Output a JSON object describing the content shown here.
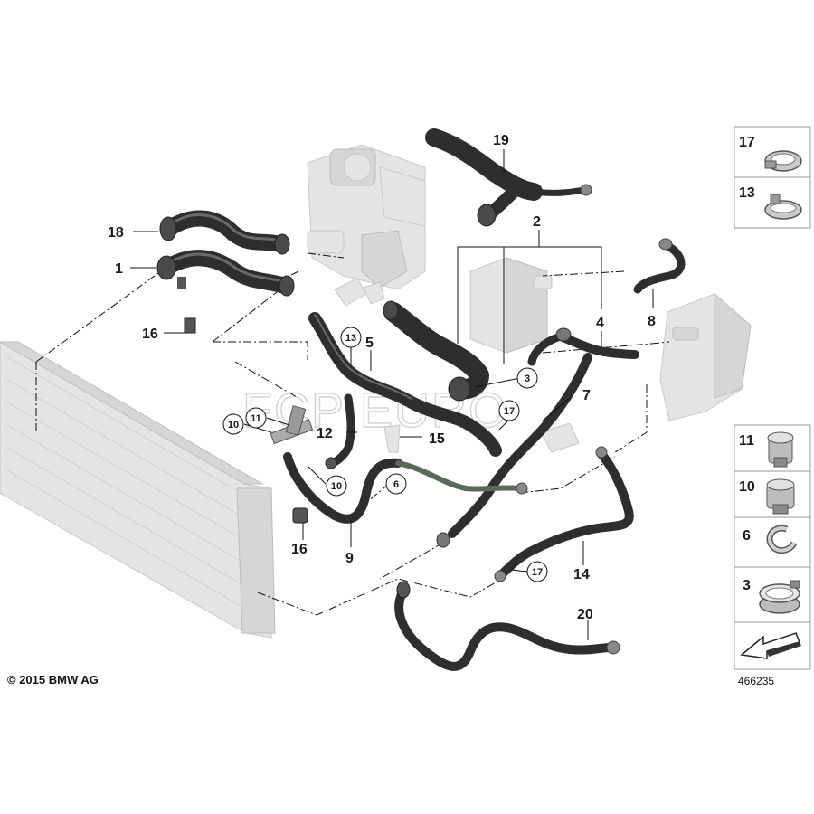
{
  "title": "Cooling system hoses diagram",
  "watermark": "FCP EURO",
  "copyright": "© 2015 BMW AG",
  "diagram_number": "466235",
  "callouts": {
    "c1": "1",
    "c2": "2",
    "c3": "3",
    "c4": "4",
    "c5": "5",
    "c6": "6",
    "c7": "7",
    "c8": "8",
    "c9": "9",
    "c10a": "10",
    "c10b": "10",
    "c11": "11",
    "c12": "12",
    "c13": "13",
    "c14": "14",
    "c15": "15",
    "c16a": "16",
    "c16b": "16",
    "c17a": "17",
    "c17b": "17",
    "c18": "18",
    "c19": "19",
    "c20": "20"
  },
  "legend": {
    "top": [
      {
        "num": "17",
        "icon": "hose-clamp-icon"
      },
      {
        "num": "13",
        "icon": "band-clamp-icon"
      }
    ],
    "bottom": [
      {
        "num": "11",
        "icon": "quick-coupling-icon"
      },
      {
        "num": "10",
        "icon": "quick-coupling-large-icon"
      },
      {
        "num": "6",
        "icon": "open-clip-icon"
      },
      {
        "num": "3",
        "icon": "clamp-ring-icon"
      },
      {
        "num": "",
        "icon": "direction-arrow-icon"
      }
    ]
  },
  "colors": {
    "hose": "#2e2e2e",
    "ghost": "#e4e4e4",
    "line": "#111111"
  }
}
